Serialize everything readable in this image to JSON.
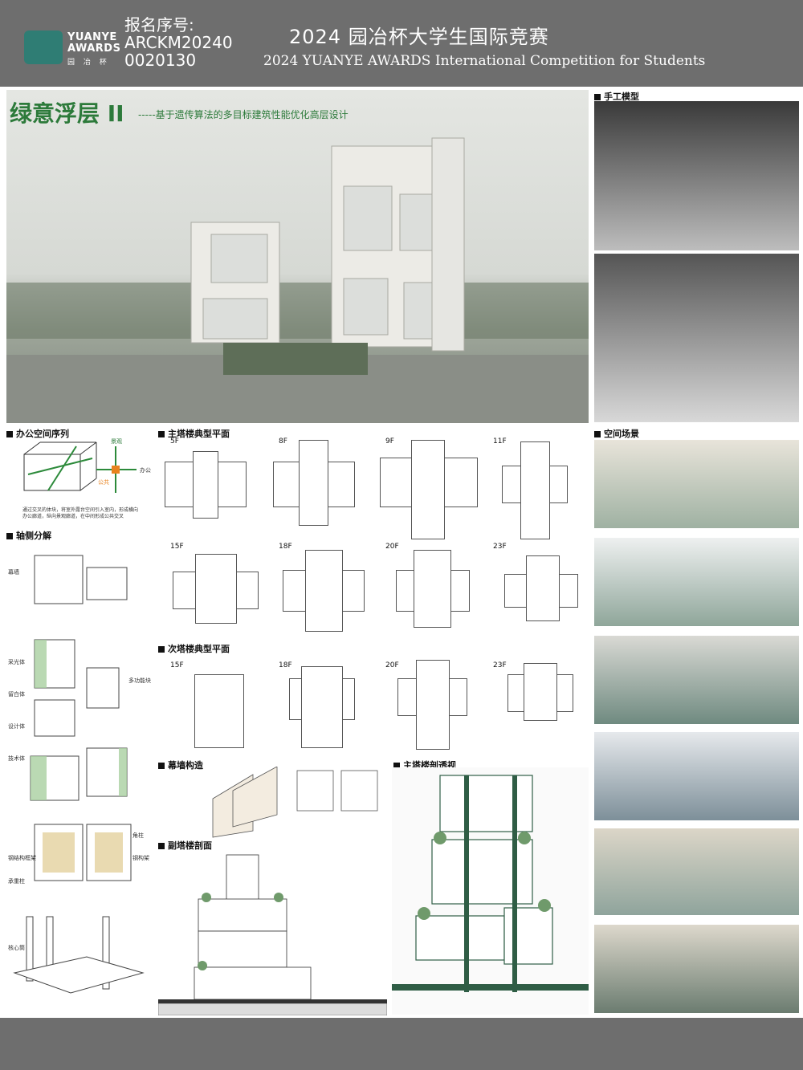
{
  "header": {
    "logo_text": "YUANYE AWARDS",
    "logo_sub": "园 冶 杯",
    "reg_label": "报名序号:",
    "reg_value": "ARCKM20240 0020130",
    "title_cn": "2024 园冶杯大学生国际竞赛",
    "title_en": "2024 YUANYE AWARDS International Competition for  Students"
  },
  "project": {
    "title": "绿意浮层 II",
    "subtitle": "-----基于遗传算法的多目标建筑性能优化高层设计"
  },
  "sections": {
    "model": "手工模型",
    "office_sequence": "办公空间序列",
    "axon": "轴侧分解",
    "main_tower_plans": "主塔楼典型平面",
    "sub_tower_plans": "次塔楼典型平面",
    "curtain_wall": "幕墙构造",
    "sub_section": "副塔楼剖面",
    "main_section": "主塔楼剖透视",
    "scenes": "空间场景"
  },
  "diagram": {
    "label_top": "景观",
    "label_right": "办公",
    "label_center": "公共",
    "note": "通过交叉的体块，将室外露台空间引入室内，形成横向办公廊道，纵向景观廊道，在中间形成公共交叉"
  },
  "main_floors": [
    "5F",
    "8F",
    "9F",
    "11F",
    "15F",
    "18F",
    "20F",
    "23F"
  ],
  "sub_floors": [
    "15F",
    "18F",
    "20F",
    "23F"
  ],
  "axon_labels": [
    "幕墙",
    "采光体",
    "留白体",
    "设计体",
    "技术体",
    "多功能块",
    "钢结构框架",
    "承重柱",
    "角柱",
    "钢构架",
    "核心筒"
  ],
  "colors": {
    "accent_green": "#2c7a3a",
    "header_gray": "#6e6e6e"
  }
}
